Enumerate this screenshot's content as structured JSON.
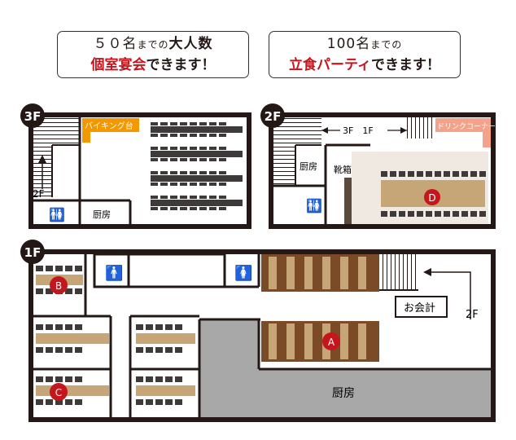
{
  "callouts": {
    "left": {
      "number": "５０名",
      "small": "までの",
      "big": "大人数",
      "red": "個室宴会",
      "rest": "できます！"
    },
    "right": {
      "number": "100名",
      "small": "までの",
      "red": "立食パーティ",
      "rest": "できます！"
    }
  },
  "floors": {
    "f3": {
      "badge": "3F",
      "buffet": "バイキング台",
      "stairs_label": "2F",
      "kitchen": "厨房"
    },
    "f2": {
      "badge": "2F",
      "drink": "ドリンクコーナー",
      "arrow": "3F　1F",
      "kitchen": "厨房",
      "shoes": "靴箱",
      "room": "D"
    },
    "f1": {
      "badge": "1F",
      "register": "お会計",
      "stairs_label": "2F",
      "kitchen": "厨房",
      "rooms": [
        "A",
        "B",
        "C"
      ]
    }
  },
  "colors": {
    "wall": "#231815",
    "table": "#c6a577",
    "chair": "#3e3a39",
    "wood": "#7b4a26",
    "kitchen": "#a8a8a8",
    "red_marker": "#c4161c",
    "orange": "#f39800",
    "salmon": "#f4a38a",
    "cream": "#efe9e1"
  }
}
